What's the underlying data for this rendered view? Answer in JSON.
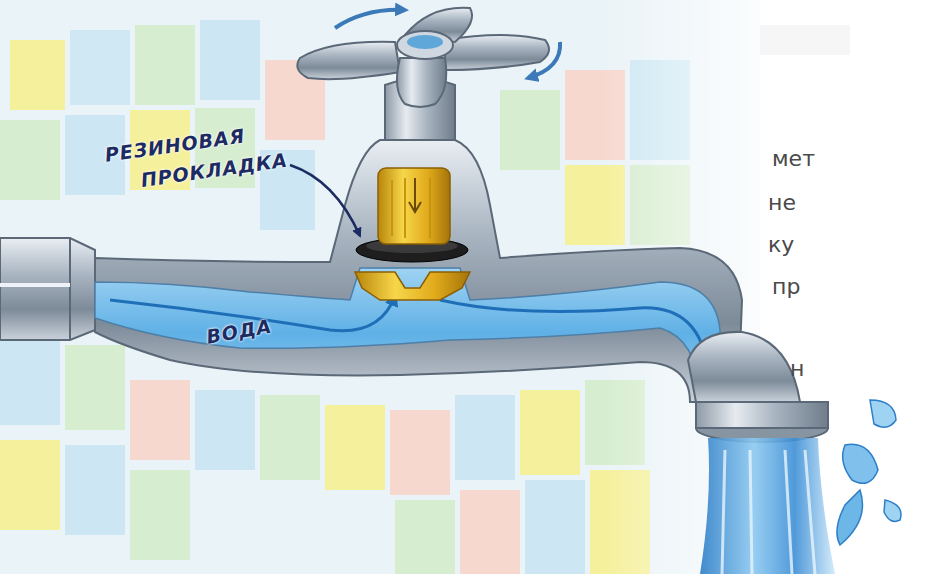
{
  "diagram": {
    "labels": [
      "РЕЗИНОВАЯ ПРОКЛАДКА",
      "ВОДА",
      "мет",
      "не",
      "ку",
      "пр",
      "н"
    ]
  }
}
